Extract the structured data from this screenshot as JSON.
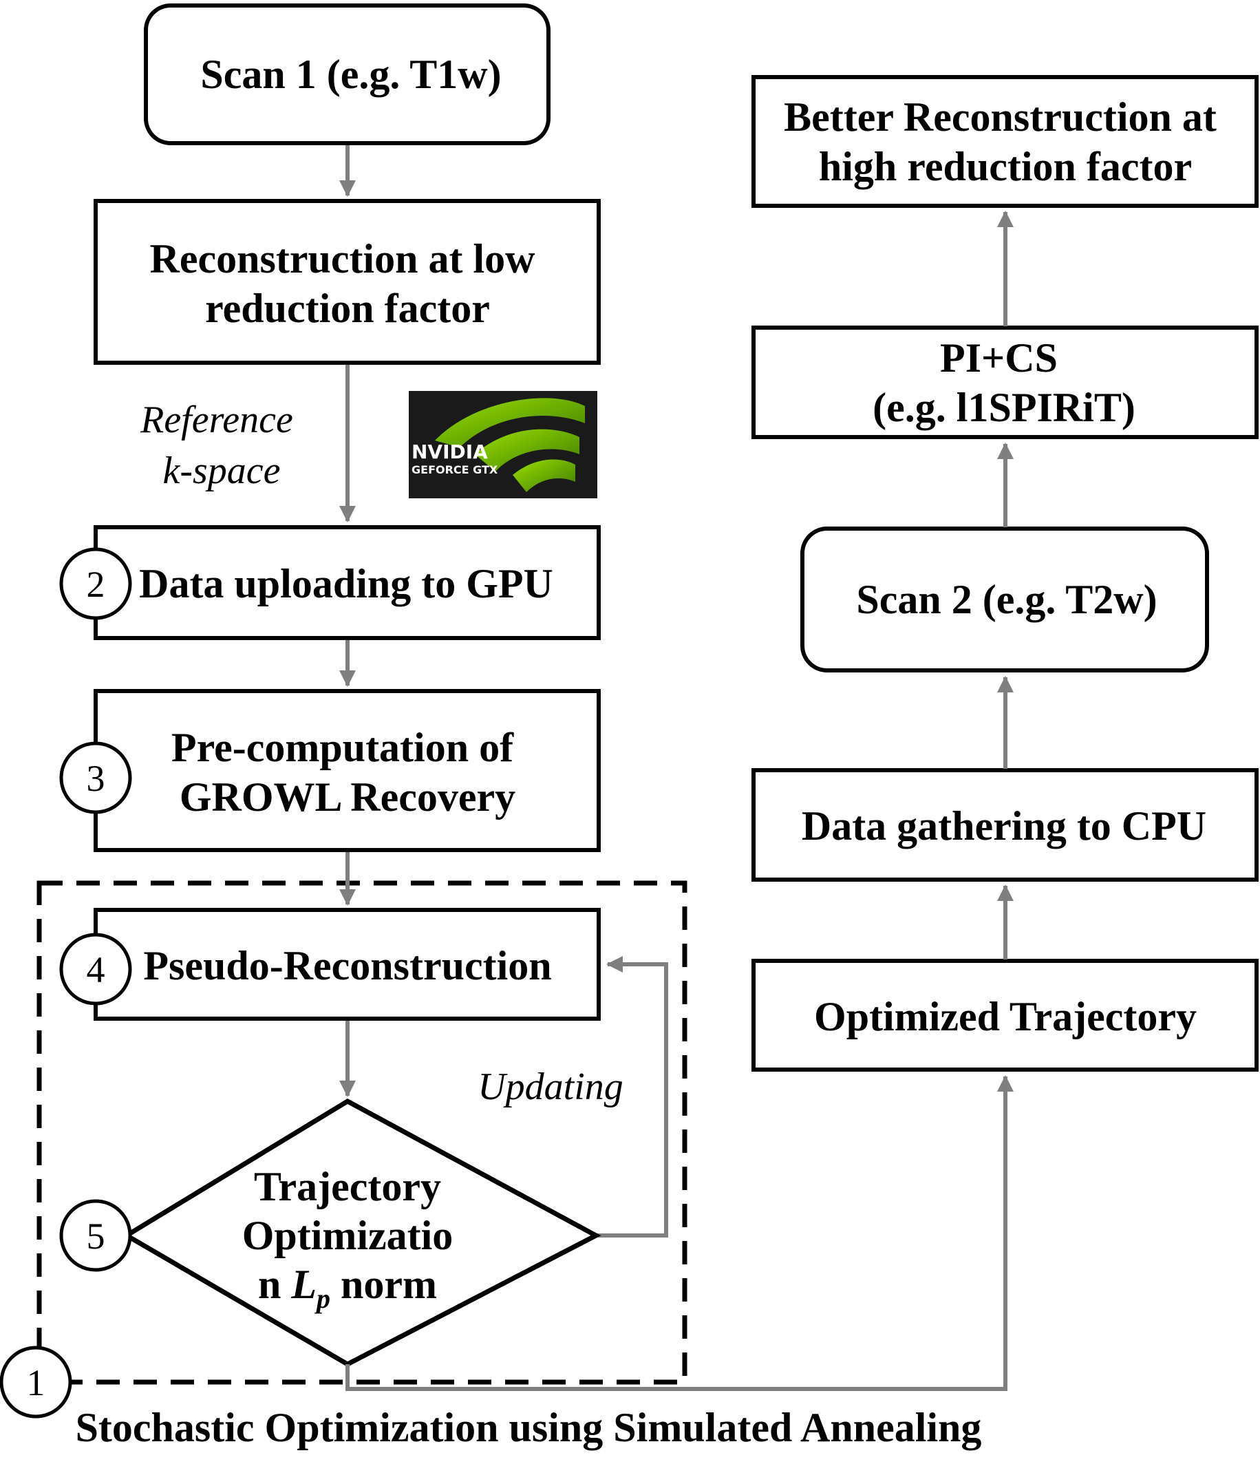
{
  "nodes": {
    "scan1": "Scan 1 (e.g. T1w)",
    "recon_low": [
      "Reconstruction at low",
      "reduction factor"
    ],
    "data_upload": "Data uploading to GPU",
    "precompute": [
      "Pre-computation of",
      "GROWL Recovery"
    ],
    "pseudo_recon": "Pseudo-Reconstruction",
    "traj_opt": [
      "Trajectory",
      "Optimizatio",
      "n ",
      "L",
      "p",
      " norm"
    ],
    "optimized_traj": "Optimized Trajectory",
    "data_gather": "Data gathering to CPU",
    "scan2": "Scan 2 (e.g. T2w)",
    "pics": [
      "PI+CS",
      "(e.g. l1SPIRiT)"
    ],
    "better_recon": [
      "Better Reconstruction at",
      "high reduction factor"
    ]
  },
  "labels": {
    "reference_kspace": [
      "Reference",
      "k-space"
    ],
    "updating": "Updating",
    "caption": "Stochastic Optimization using Simulated Annealing"
  },
  "badges": {
    "one": "1",
    "two": "2",
    "three": "3",
    "four": "4",
    "five": "5"
  },
  "logo": {
    "brand": "NVIDIA",
    "product": "GEFORCE GTX"
  },
  "colors": {
    "arrow": "#7f7f7f",
    "logo_green": "#76b900",
    "logo_bg": "#1a1a1a"
  }
}
